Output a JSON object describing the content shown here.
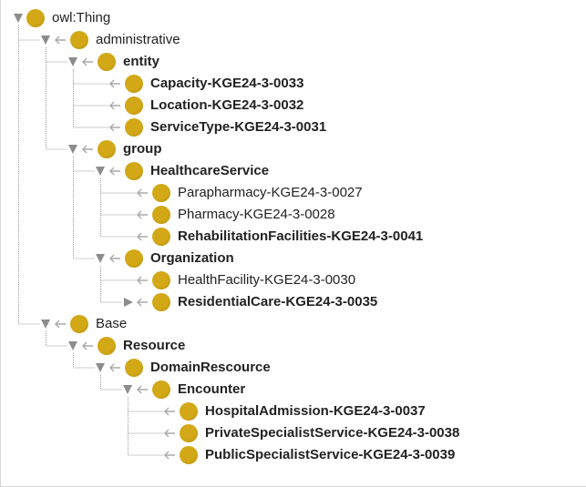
{
  "theme": {
    "icon_color": "#d2a817",
    "connector_color": "#9a9a9a",
    "toggle_color": "#8c8c8c",
    "text_color": "#222222"
  },
  "tree": [
    {
      "label": "owl:Thing",
      "depth": 0,
      "expanded": true,
      "bold": false,
      "icon": "class-circle-icon"
    },
    {
      "label": "administrative",
      "depth": 1,
      "expanded": true,
      "bold": false,
      "icon": "class-circle-icon"
    },
    {
      "label": "entity",
      "depth": 2,
      "expanded": true,
      "bold": true,
      "icon": "class-circle-icon"
    },
    {
      "label": "Capacity-KGE24-3-0033",
      "depth": 3,
      "bold": true,
      "icon": "class-circle-icon"
    },
    {
      "label": "Location-KGE24-3-0032",
      "depth": 3,
      "bold": true,
      "icon": "class-circle-icon"
    },
    {
      "label": "ServiceType-KGE24-3-0031",
      "depth": 3,
      "bold": true,
      "icon": "class-circle-icon"
    },
    {
      "label": "group",
      "depth": 2,
      "expanded": true,
      "bold": true,
      "icon": "class-circle-icon"
    },
    {
      "label": "HealthcareService",
      "depth": 3,
      "expanded": true,
      "bold": true,
      "icon": "class-circle-icon"
    },
    {
      "label": "Parapharmacy-KGE24-3-0027",
      "depth": 4,
      "bold": false,
      "icon": "class-circle-icon"
    },
    {
      "label": "Pharmacy-KGE24-3-0028",
      "depth": 4,
      "bold": false,
      "icon": "class-circle-icon"
    },
    {
      "label": "RehabilitationFacilities-KGE24-3-0041",
      "depth": 4,
      "bold": true,
      "icon": "class-circle-icon"
    },
    {
      "label": "Organization",
      "depth": 3,
      "expanded": true,
      "bold": true,
      "icon": "class-circle-icon"
    },
    {
      "label": "HealthFacility-KGE24-3-0030",
      "depth": 4,
      "bold": false,
      "icon": "class-circle-icon"
    },
    {
      "label": "ResidentialCare-KGE24-3-0035",
      "depth": 4,
      "expanded": false,
      "bold": true,
      "icon": "class-circle-icon"
    },
    {
      "label": "Base",
      "depth": 1,
      "expanded": true,
      "bold": false,
      "icon": "class-circle-icon"
    },
    {
      "label": "Resource",
      "depth": 2,
      "expanded": true,
      "bold": true,
      "icon": "class-circle-icon"
    },
    {
      "label": "DomainRescource",
      "depth": 3,
      "expanded": true,
      "bold": true,
      "icon": "class-circle-icon"
    },
    {
      "label": "Encounter",
      "depth": 4,
      "expanded": true,
      "bold": true,
      "icon": "class-circle-icon"
    },
    {
      "label": "HospitalAdmission-KGE24-3-0037",
      "depth": 5,
      "bold": true,
      "icon": "class-circle-icon"
    },
    {
      "label": "PrivateSpecialistService-KGE24-3-0038",
      "depth": 5,
      "bold": true,
      "icon": "class-circle-icon"
    },
    {
      "label": "PublicSpecialistService-KGE24-3-0039",
      "depth": 5,
      "bold": true,
      "icon": "class-circle-icon"
    }
  ]
}
